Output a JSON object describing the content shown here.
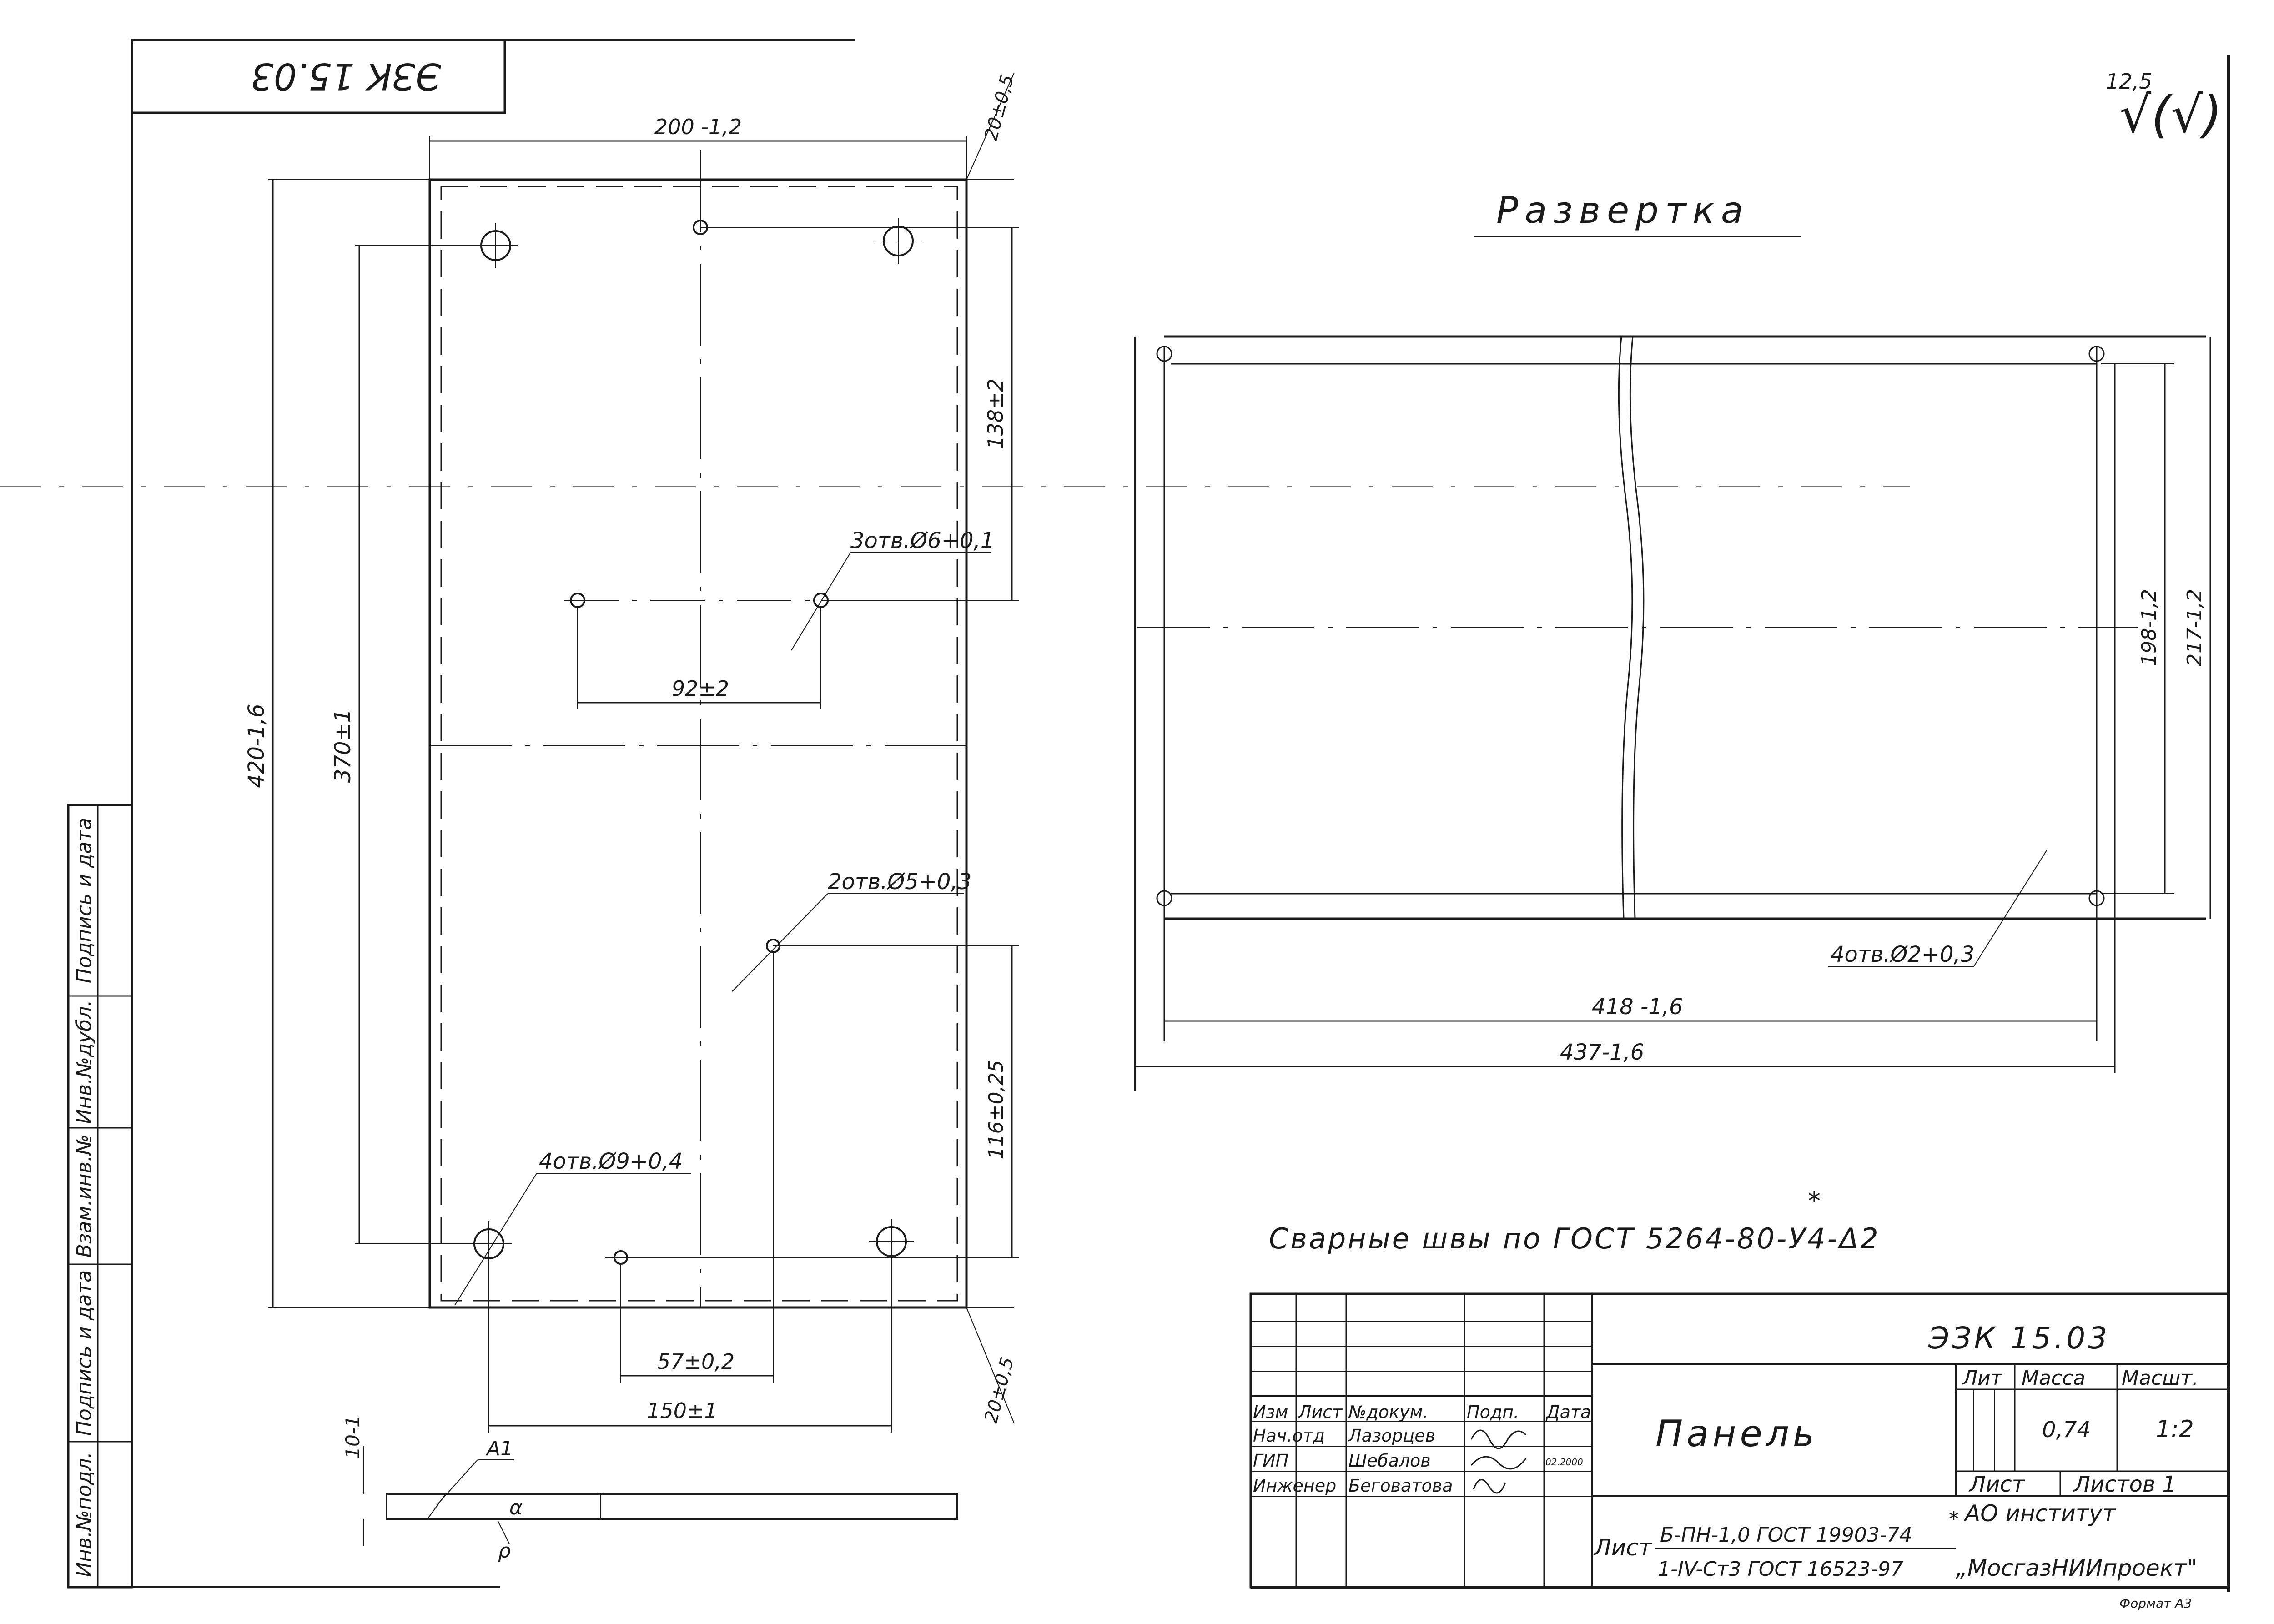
{
  "stamp_code_rotated": "ЭЗК 15.03",
  "roughness": {
    "value": "12,5",
    "symbol": "√(√)"
  },
  "title_development": "Развертка",
  "dimensions": {
    "top_width": "200 -1,2",
    "top_corner": "20±0,5",
    "right_upper": "138±2",
    "hole_spacing": "92±2",
    "overall_height": "420-1,6",
    "hole_height": "370±1",
    "right_lower": "116±0,25",
    "bottom_short": "57±0,2",
    "bottom_long": "150±1",
    "bottom_corner": "20±0,5",
    "profile_thickness": "10-1",
    "dev_inner_width": "418 -1,6",
    "dev_outer_width": "437-1,6",
    "dev_inner_height": "198-1,2",
    "dev_outer_height": "217-1,2"
  },
  "callouts": {
    "holes_6": "3отв.Ø6+0,1",
    "holes_5": "2отв.Ø5+0,3",
    "holes_9": "4отв.Ø9+0,4",
    "holes_2": "4отв.Ø2+0,3",
    "section_a1": "А1",
    "profile_alpha": "α",
    "profile_rho": "ρ"
  },
  "weld_note": "Сварные швы по ГОСТ 5264-80-У4-Δ2",
  "weld_star": "*",
  "side_strip": [
    "Инв.№подл.",
    "Подпись и дата",
    "Взам.инв.№",
    "Инв.№дубл.",
    "Подпись и дата"
  ],
  "title_block": {
    "doc_code": "ЭЗК 15.03",
    "name": "Панель",
    "header_labels": [
      "Изм",
      "Лист",
      "№докум.",
      "Подп.",
      "Дата"
    ],
    "rows": [
      {
        "role": "Нач.отд",
        "name": "Лазорцев"
      },
      {
        "role": "ГИП",
        "name": "Шебалов",
        "date": "02.2000"
      },
      {
        "role": "Инженер",
        "name": "Беговатова"
      }
    ],
    "lit_label": "Лит",
    "mass_label": "Масса",
    "scale_label": "Масшт.",
    "mass": "0,74",
    "scale": "1:2",
    "sheet_label": "Лист",
    "sheets_label": "Листов 1",
    "material_prefix": "Лист",
    "material_top": "Б-ПН-1,0 ГОСТ 19903-74",
    "material_bottom": "1-IV-Ст3 ГОСТ 16523-97",
    "material_star": "*",
    "org_line1": "АО институт",
    "org_line2": "„МосгазНИИпроект\""
  },
  "corner_mark": "Формат А3"
}
